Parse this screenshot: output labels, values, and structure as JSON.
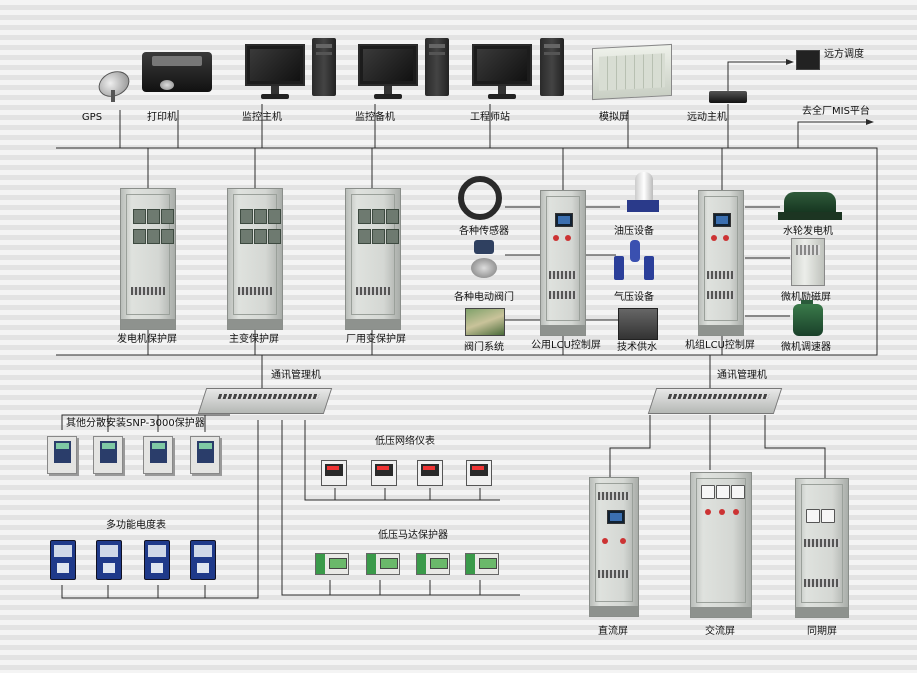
{
  "diagram": {
    "top_row": {
      "gps": "GPS",
      "printer": "打印机",
      "monitor_main": "监控主机",
      "monitor_backup": "监控备机",
      "engineer_station": "工程师站",
      "mimic_screen": "模拟屏",
      "remote_host": "远动主机",
      "remote_dispatch": "远方调度",
      "mis_platform": "去全厂MIS平台"
    },
    "protection_cabinets": {
      "generator": "发电机保护屏",
      "main_transformer": "主变保护屏",
      "station_transformer": "厂用变保护屏"
    },
    "public_lcu": {
      "sensors": "各种传感器",
      "valves": "各种电动阀门",
      "gate_system": "阀门系统",
      "cabinet": "公用LCU控制屏",
      "oil_pressure": "油压设备",
      "air_pressure": "气压设备",
      "water_supply": "技术供水"
    },
    "unit_lcu": {
      "cabinet": "机组LCU控制屏",
      "turbine_generator": "水轮发电机",
      "excitation": "微机励磁屏",
      "governor": "微机调速器"
    },
    "comm_managers": {
      "left": "通讯管理机",
      "right": "通讯管理机"
    },
    "left_devices": {
      "snp_protectors": "其他分散安装SNP-3000保护器",
      "energy_meters": "多功能电度表",
      "network_meters": "低压网络仪表",
      "motor_protectors": "低压马达保护器"
    },
    "right_devices": {
      "dc_panel": "直流屏",
      "ac_panel": "交流屏",
      "sync_panel": "同期屏"
    }
  }
}
